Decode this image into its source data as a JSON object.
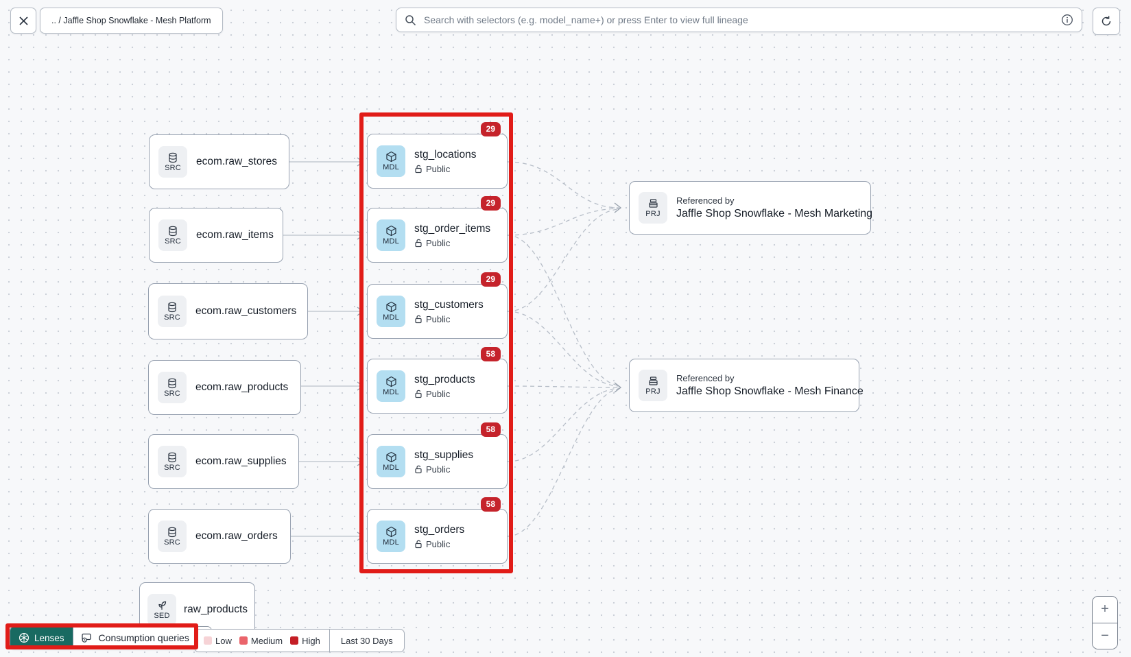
{
  "topbar": {
    "breadcrumb": ".. / Jaffle Shop Snowflake - Mesh Platform",
    "search": {
      "placeholder": "Search with selectors (e.g. model_name+) or press Enter to view full lineage"
    }
  },
  "graph": {
    "sources": [
      {
        "type": "SRC",
        "label": "ecom.raw_stores"
      },
      {
        "type": "SRC",
        "label": "ecom.raw_items"
      },
      {
        "type": "SRC",
        "label": "ecom.raw_customers"
      },
      {
        "type": "SRC",
        "label": "ecom.raw_products"
      },
      {
        "type": "SRC",
        "label": "ecom.raw_supplies"
      },
      {
        "type": "SRC",
        "label": "ecom.raw_orders"
      }
    ],
    "models": [
      {
        "type": "MDL",
        "label": "stg_locations",
        "access": "Public",
        "badge": "29"
      },
      {
        "type": "MDL",
        "label": "stg_order_items",
        "access": "Public",
        "badge": "29"
      },
      {
        "type": "MDL",
        "label": "stg_customers",
        "access": "Public",
        "badge": "29"
      },
      {
        "type": "MDL",
        "label": "stg_products",
        "access": "Public",
        "badge": "58"
      },
      {
        "type": "MDL",
        "label": "stg_supplies",
        "access": "Public",
        "badge": "58"
      },
      {
        "type": "MDL",
        "label": "stg_orders",
        "access": "Public",
        "badge": "58"
      }
    ],
    "seed": {
      "type": "SED",
      "label": "raw_products"
    },
    "projects": [
      {
        "type": "PRJ",
        "kicker": "Referenced by",
        "label": "Jaffle Shop Snowflake - Mesh Marketing"
      },
      {
        "type": "PRJ",
        "kicker": "Referenced by",
        "label": "Jaffle Shop Snowflake - Mesh Finance"
      }
    ]
  },
  "lenses": {
    "button_label": "Lenses",
    "selected_lens": "Consumption queries"
  },
  "legend": {
    "items": [
      {
        "label": "Low",
        "color": "#f6d3d6"
      },
      {
        "label": "Medium",
        "color": "#ea646b"
      },
      {
        "label": "High",
        "color": "#c41e25"
      }
    ],
    "period": "Last 30 Days"
  },
  "zoom_controls": {
    "zoom_in": "+",
    "zoom_out": "−"
  },
  "colors": {
    "annotation": "#e11c18",
    "badge": "#c5232b",
    "lenses_teal": "#186a61",
    "model_tile": "#b3def1"
  }
}
